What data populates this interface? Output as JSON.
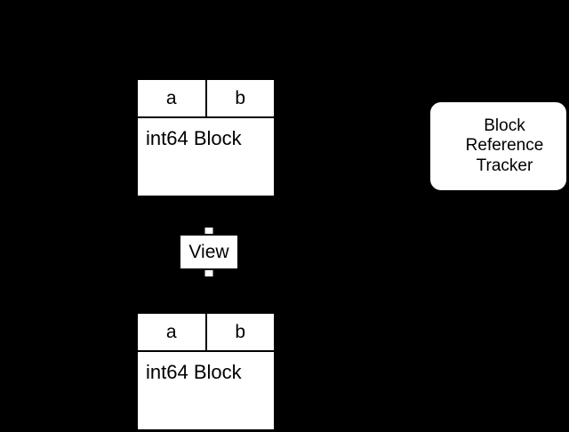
{
  "diagram": {
    "background_color": "#000000",
    "node_fill_color": "#ffffff",
    "stroke_color": "#000000",
    "text_color": "#000000",
    "nodes": {
      "top_block": {
        "columns": [
          "a",
          "b"
        ],
        "body_label": "int64 Block"
      },
      "bottom_block": {
        "columns": [
          "a",
          "b"
        ],
        "body_label": "int64 Block"
      },
      "tracker": {
        "line1": "Block",
        "line2": "Reference",
        "line3": "Tracker"
      }
    },
    "edges": {
      "view_edge": {
        "label": "View"
      }
    }
  }
}
